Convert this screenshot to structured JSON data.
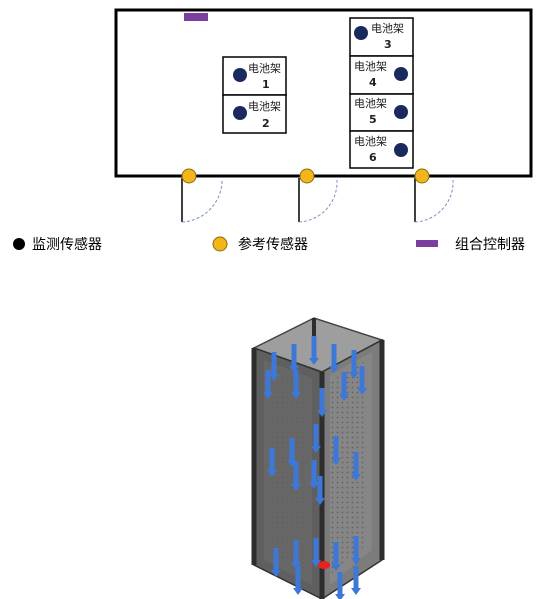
{
  "floorplan": {
    "racks": [
      {
        "name": "电池架",
        "number": "1"
      },
      {
        "name": "电池架",
        "number": "2"
      },
      {
        "name": "电池架",
        "number": "3"
      },
      {
        "name": "电池架",
        "number": "4"
      },
      {
        "name": "电池架",
        "number": "5"
      },
      {
        "name": "电池架",
        "number": "6"
      }
    ],
    "door_count": 3
  },
  "legend": {
    "monitor_sensor": "监测传感器",
    "reference_sensor": "参考传感器",
    "group_controller": "组合控制器"
  },
  "colors": {
    "monitor_sensor": "#1a2a5c",
    "reference_sensor": "#f3b51b",
    "group_controller": "#7a3f9e",
    "airflow_arrow": "#3d78d8",
    "cabinet": "#555555",
    "sensor_spot": "#e8231c"
  }
}
